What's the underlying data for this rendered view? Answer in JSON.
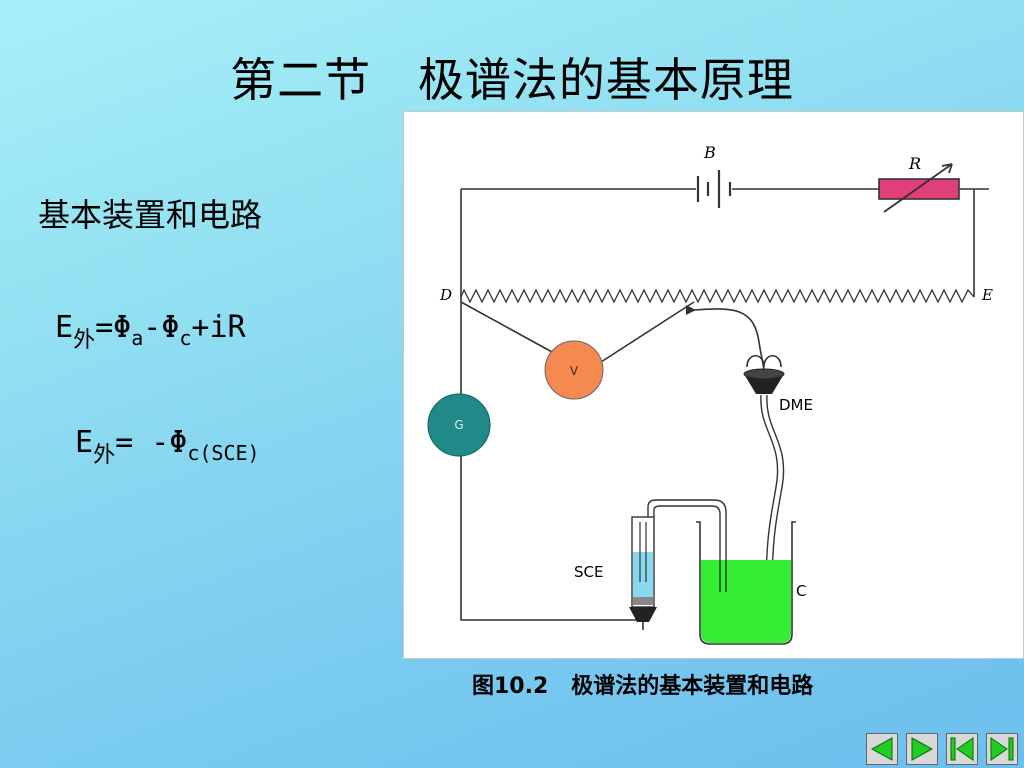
{
  "slide": {
    "title": "第二节   极谱法的基本原理",
    "subtitle": "基本装置和电路",
    "equation1": {
      "E": "E",
      "E_sub": "外",
      "eq": "=",
      "phi1": "Φ",
      "phi1_sub": "a",
      "minus": "-",
      "phi2": "Φ",
      "phi2_sub": "c",
      "tail": "+iR"
    },
    "equation2": {
      "E": "E",
      "E_sub": "外",
      "eq": "= ",
      "neg_phi": "-Φ",
      "phi_sub": "c(SCE)"
    },
    "caption": "图10.2   极谱法的基本装置和电路"
  },
  "figure": {
    "labels": {
      "B": "B",
      "R": "R",
      "D": "D",
      "E": "E",
      "V": "V",
      "G": "G",
      "DME": "DME",
      "SCE": "SCE",
      "C": "C"
    },
    "colors": {
      "resistor": "#e0407a",
      "voltmeter": "#f58a50",
      "galvanometer": "#1f8a88",
      "solution": "#33ee33",
      "sce_fluid": "#88d8f0",
      "wire": "#333333"
    }
  },
  "nav": {
    "icons": [
      "previous-slide-icon",
      "next-slide-icon",
      "first-slide-icon",
      "last-slide-icon"
    ],
    "color": "#22cc22"
  }
}
